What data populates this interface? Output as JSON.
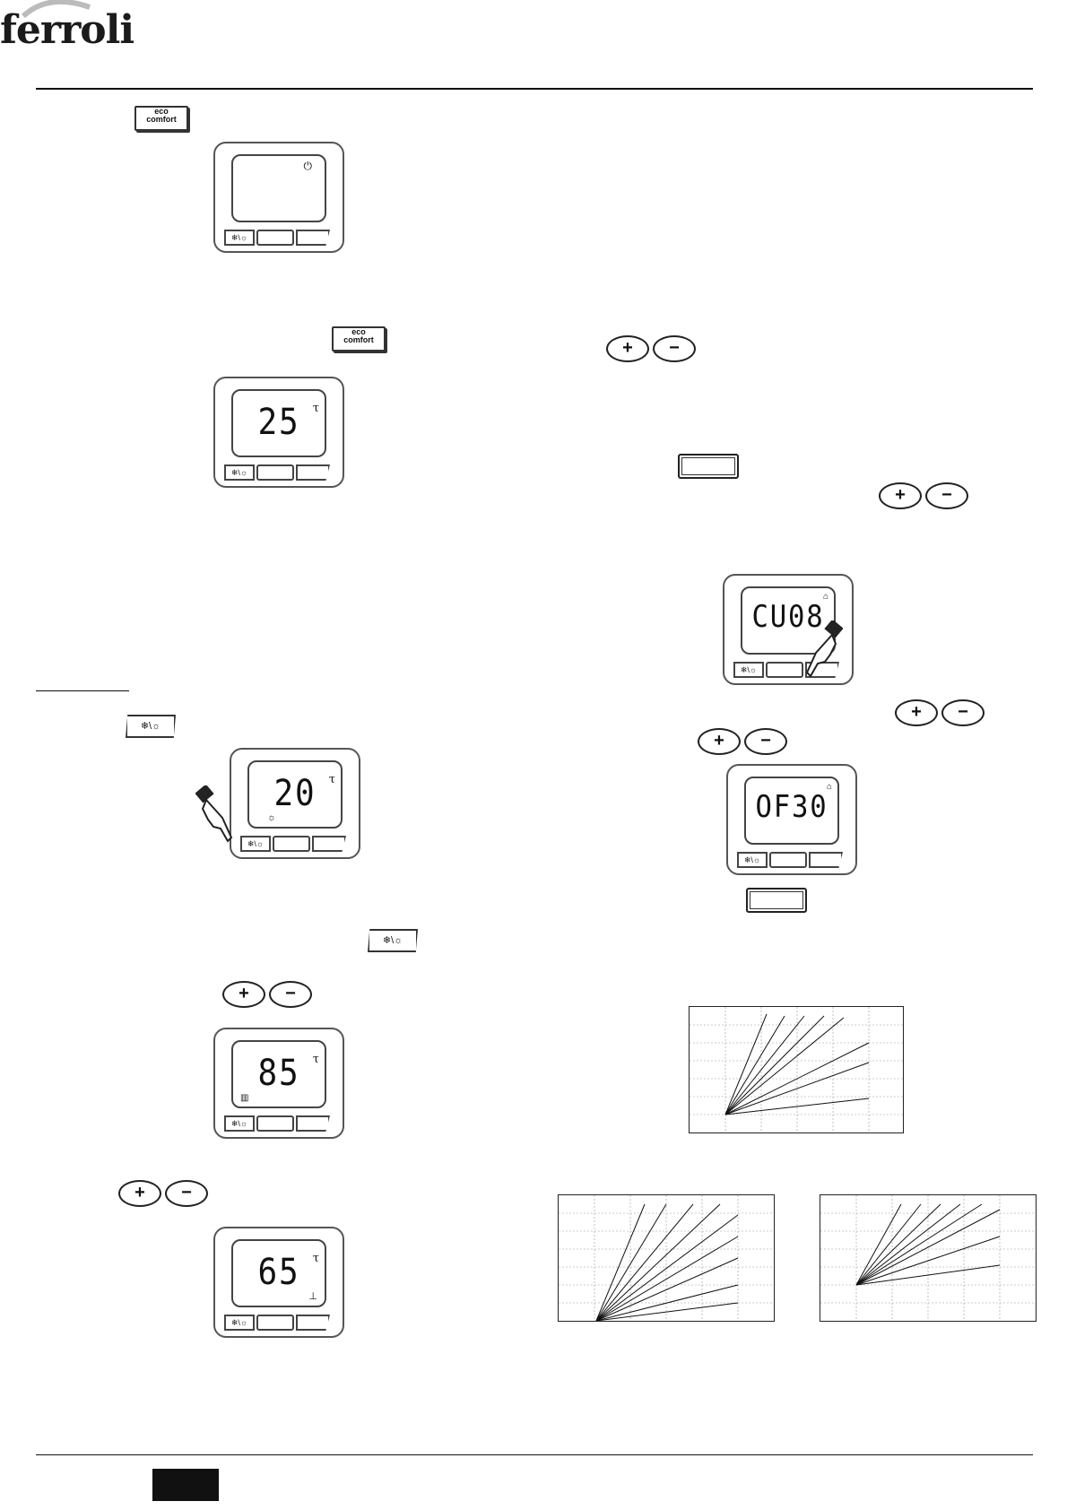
{
  "brand": {
    "logo_text": "ferroli"
  },
  "keys": {
    "eco_top": [
      "eco",
      "comfort"
    ],
    "plus": "+",
    "minus": "−",
    "mode": "❄\\☼"
  },
  "displays": {
    "d1": {
      "value": "",
      "unit": ""
    },
    "d2": {
      "value": "25",
      "unit": "τ"
    },
    "d3": {
      "value": "20",
      "unit": "τ"
    },
    "d4": {
      "value": "85",
      "unit": "τ"
    },
    "d5": {
      "value": "65",
      "unit": "τ"
    },
    "d6": {
      "value": "CU08",
      "unit": ""
    },
    "d7": {
      "value": "OF30",
      "unit": ""
    }
  },
  "chart_data": [
    {
      "type": "line",
      "description_lines": 8,
      "grid": true
    },
    {
      "type": "line",
      "description_lines": 9,
      "grid": true
    },
    {
      "type": "line",
      "description_lines": 8,
      "grid": true
    }
  ],
  "colors": {
    "ink": "#111111",
    "paper": "#ffffff"
  }
}
